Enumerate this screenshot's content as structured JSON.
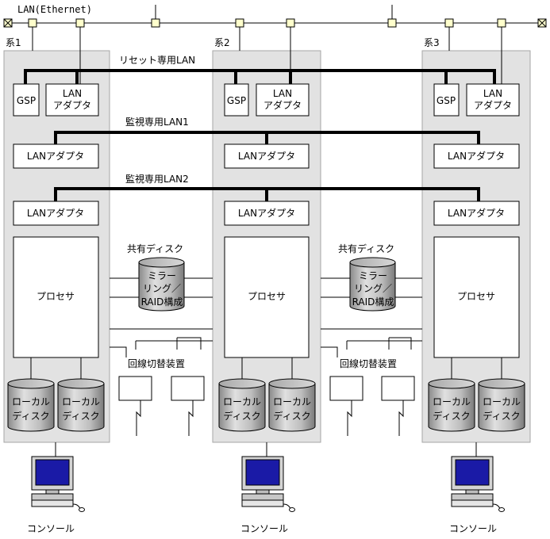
{
  "lan_ethernet": "LAN(Ethernet)",
  "systems": [
    {
      "label": "系1"
    },
    {
      "label": "系2"
    },
    {
      "label": "系3"
    }
  ],
  "reset_lan": "リセット専用LAN",
  "monitor_lan1": "監視専用LAN1",
  "monitor_lan2": "監視専用LAN2",
  "gsp": "GSP",
  "lan_adapter_two_line": [
    "LAN",
    "アダプタ"
  ],
  "lan_adapter": "LANアダプタ",
  "processor": "プロセサ",
  "local_disk": [
    "ローカル",
    "ディスク"
  ],
  "shared_disk": "共有ディスク",
  "mirroring": [
    "ミラー",
    "リング／",
    "RAID構成"
  ],
  "line_switch": "回線切替装置",
  "console": "コンソール"
}
